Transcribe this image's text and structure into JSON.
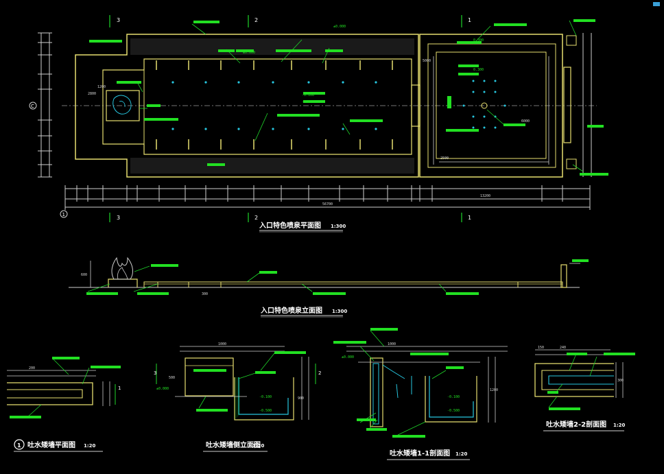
{
  "titles": {
    "plan": "入口特色喷泉平面图",
    "plan_scale": "1:300",
    "elevation": "入口特色喷泉立面图",
    "elevation_scale": "1:300",
    "wall_plan": "吐水矮墙平面图",
    "wall_plan_scale": "1:20",
    "wall_side": "吐水矮墙侧立面图",
    "wall_side_scale": "1:20",
    "wall_section_11": "吐水矮墙1-1剖面图",
    "wall_section_11_scale": "1:20",
    "wall_section_22": "吐水矮墙2-2剖面图",
    "wall_section_22_scale": "1:20"
  },
  "markers": {
    "circle_1": "1",
    "axis_1": "1",
    "axis_2": "2",
    "axis_3": "3",
    "axis_c": "C",
    "sec_1": "1",
    "sec_2": "2",
    "sec_3": "3"
  },
  "dims": {
    "total": "56700",
    "right_width": "13200",
    "d2800": "2800",
    "d1200": "1200",
    "d500": "500",
    "d300": "300",
    "d300b": "300",
    "d600": "600",
    "d200": "200",
    "d1000": "1000",
    "d900": "900",
    "d150": "150",
    "d240": "240",
    "d5000": "5000",
    "d6000": "6000",
    "d2500": "2500"
  },
  "levels": {
    "l1": "±0.000",
    "l2": "-0.100",
    "l3": "-0.500",
    "l4": "±0.000",
    "l5": "0.300",
    "l6": "0.300",
    "l7": "±0.000",
    "l8": "-0.100",
    "l9": "-0.500",
    "l10": "-0.100"
  },
  "icons": [
    "fountain-sculpture-icon",
    "section-marker-icon"
  ]
}
